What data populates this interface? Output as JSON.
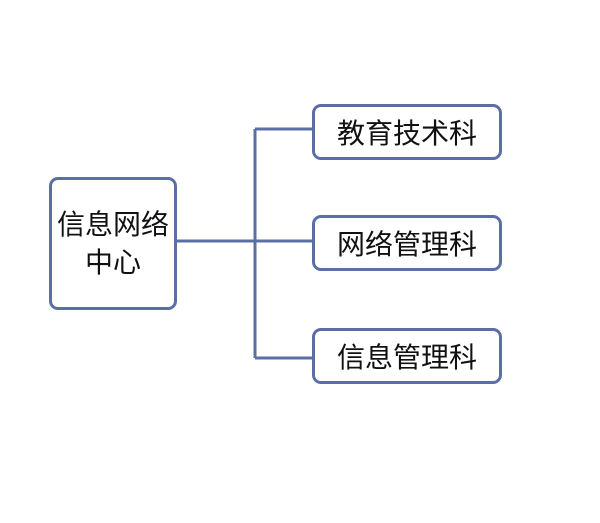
{
  "diagram": {
    "root": {
      "label_line1": "信息网络",
      "label_line2": "中心"
    },
    "children": [
      {
        "label": "教育技术科"
      },
      {
        "label": "网络管理科"
      },
      {
        "label": "信息管理科"
      }
    ],
    "style": {
      "line_color": "#5b6fa5",
      "box_fill": "#ffffff",
      "text_color": "#111111"
    }
  }
}
